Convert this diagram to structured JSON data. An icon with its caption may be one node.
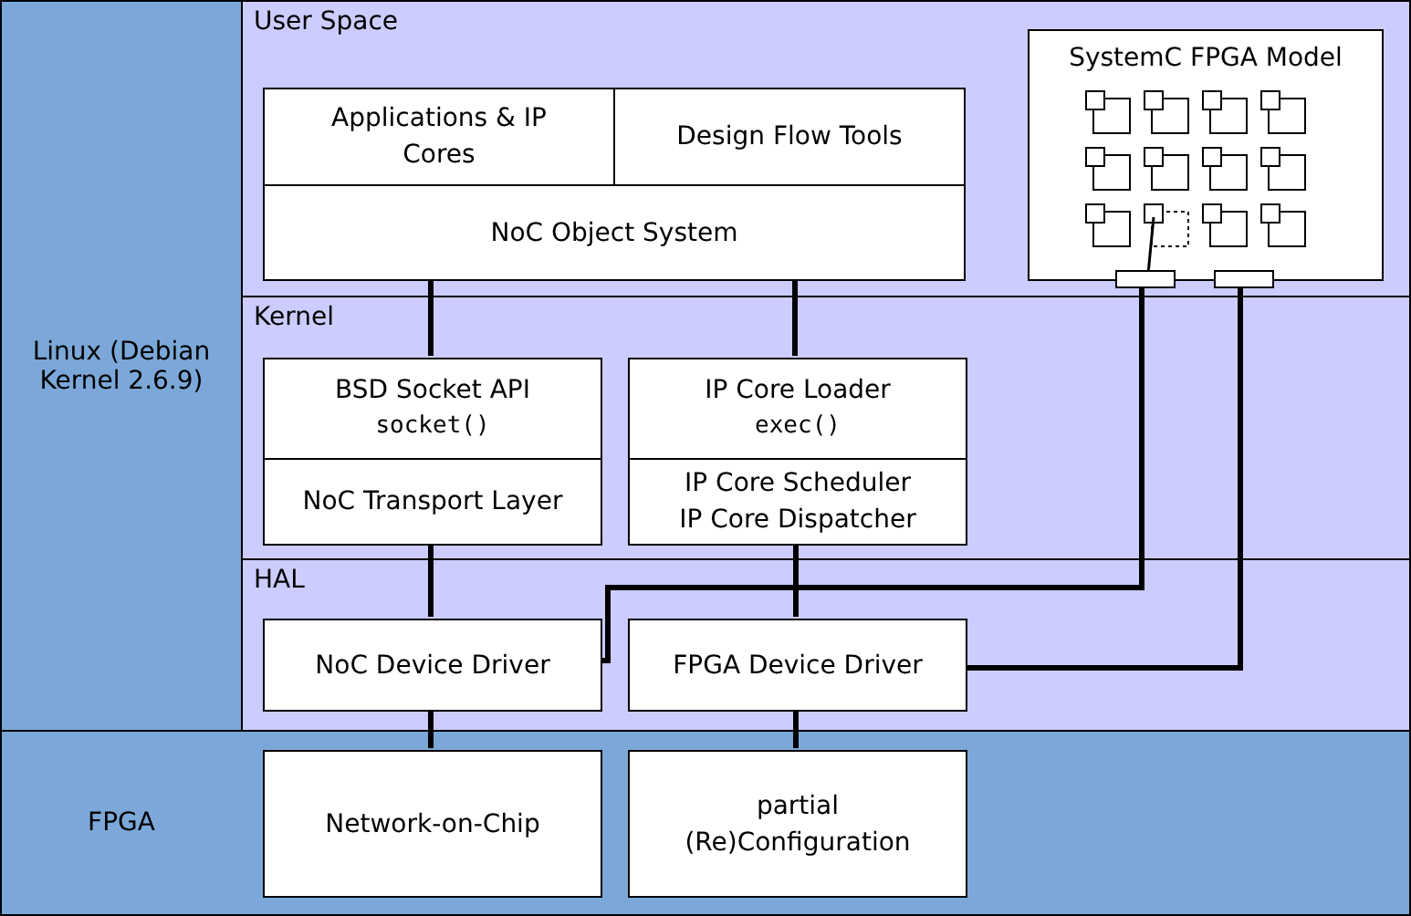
{
  "diagram": {
    "nodes": [
      {
        "text": [
          "Linux (Debian Kernel 2.6.9)"
        ]
      },
      {
        "text": [
          "User Space"
        ]
      },
      {
        "text": [
          "Applications & IP Cores"
        ],
        "in": 1
      },
      {
        "text": [
          "Design Flow Tools"
        ],
        "in": 1
      },
      {
        "text": [
          "NoC Object System"
        ],
        "in": 1
      },
      {
        "text": [
          "SystemC FPGA Model"
        ],
        "in": 1
      },
      {
        "text": [],
        "shape": "box",
        "in": 5
      },
      {
        "text": [],
        "shape": "box",
        "in": 5
      },
      {
        "text": [
          "Kernel"
        ]
      },
      {
        "text": [
          "BSD Socket API",
          "socket()"
        ],
        "in": 8
      },
      {
        "text": [
          "NoC Transport Layer"
        ],
        "in": 8
      },
      {
        "text": [
          "IP Core Loader",
          "exec()"
        ],
        "in": 8
      },
      {
        "text": [
          "IP Core Scheduler",
          "IP Core Dispatcher"
        ],
        "in": 8
      },
      {
        "text": [
          "HAL"
        ]
      },
      {
        "text": [
          "NoC Device Driver"
        ],
        "in": 13
      },
      {
        "text": [
          "FPGA Device Driver"
        ],
        "in": 13
      },
      {
        "text": [
          "FPGA"
        ]
      },
      {
        "text": [
          "Network-on-Chip"
        ],
        "in": 16
      },
      {
        "text": [
          "partial (Re)Configuration"
        ],
        "in": 16
      }
    ],
    "edges": [
      {
        "from": 4,
        "to": 9,
        "arrow": "none"
      },
      {
        "from": 4,
        "to": 11,
        "arrow": "none"
      },
      {
        "from": 10,
        "to": 14,
        "arrow": "none"
      },
      {
        "from": 12,
        "to": 15,
        "arrow": "none"
      },
      {
        "from": 6,
        "to": 14,
        "arrow": "none"
      },
      {
        "from": 7,
        "to": 15,
        "arrow": "none"
      },
      {
        "from": 14,
        "to": 17,
        "arrow": "none"
      },
      {
        "from": 15,
        "to": 18,
        "arrow": "none"
      }
    ]
  }
}
